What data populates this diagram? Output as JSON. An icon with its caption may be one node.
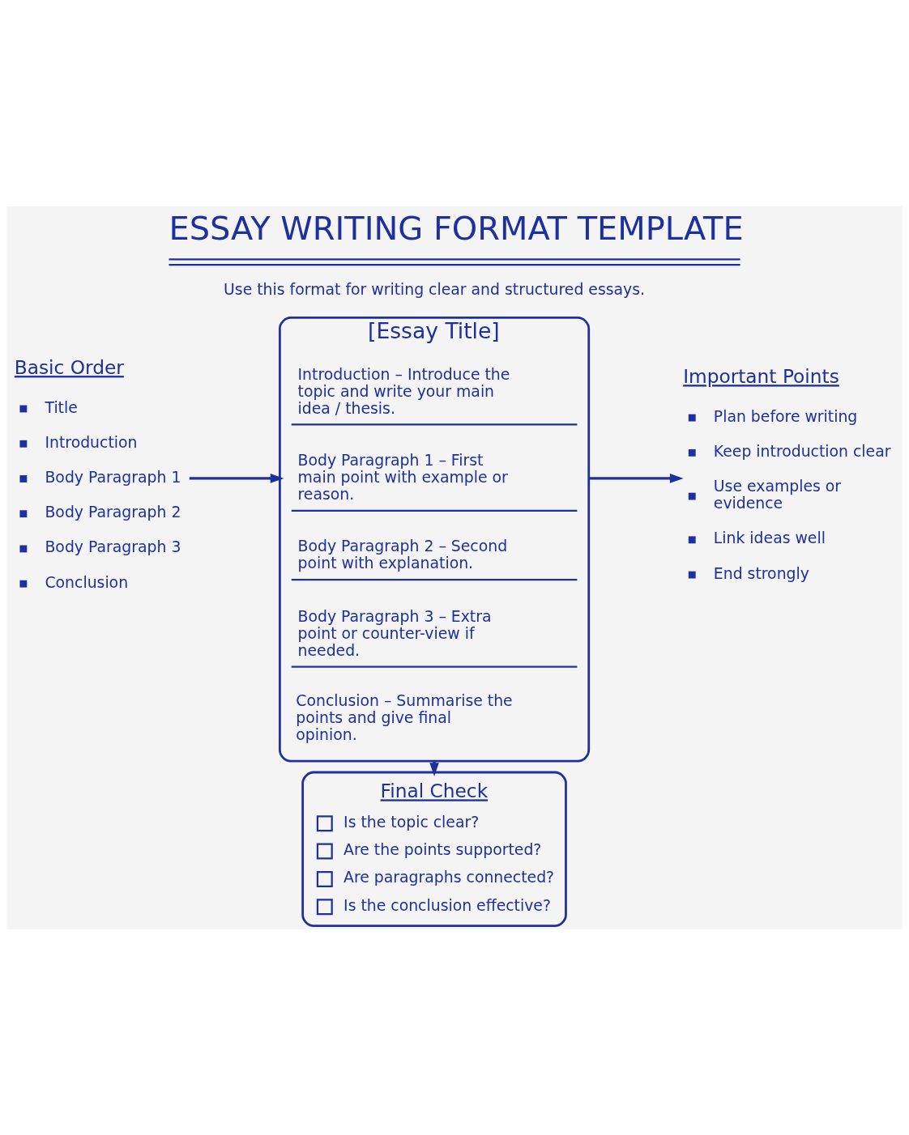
{
  "diagram": {
    "title": "ESSAY WRITING FORMAT TEMPLATE",
    "nodes": [
      {
        "text": [
          "Basic Order",
          "Title",
          "Introduction",
          "Body Paragraph 1",
          "Body Paragraph 2",
          "Body Paragraph 3",
          "Conclusion"
        ]
      },
      {
        "text": [
          "[Essay Title]"
        ]
      },
      {
        "text": [
          "Introduction – Introduce the topic and write your main idea / thesis."
        ],
        "in": 1
      },
      {
        "text": [
          "Body Paragraph 1 – First main point with example or reason."
        ],
        "in": 1
      },
      {
        "text": [
          "Body Paragraph 2 – Second point with explanation."
        ],
        "in": 1
      },
      {
        "text": [
          "Body Paragraph 3 – Extra point or counter-view if needed."
        ],
        "in": 1
      },
      {
        "text": [
          "Conclusion – Summarise the points and give final opinion."
        ],
        "in": 1
      },
      {
        "text": [
          "Important Points",
          "Plan before writing",
          "Keep introduction clear",
          "Use examples or evidence",
          "Link ideas well",
          "End strongly"
        ]
      },
      {
        "text": [
          "Final Check",
          "Is the topic clear?",
          "Are the points supported?",
          "Are paragraphs connected?",
          "Is the conclusion effective?"
        ]
      }
    ],
    "edges": [
      {
        "from": 0,
        "to": 1,
        "arrow": "to"
      },
      {
        "from": 1,
        "to": 7,
        "arrow": "to"
      },
      {
        "from": 1,
        "to": 8,
        "arrow": "to"
      }
    ],
    "labels": [
      "Use this format for writing clear and structured essays."
    ]
  }
}
